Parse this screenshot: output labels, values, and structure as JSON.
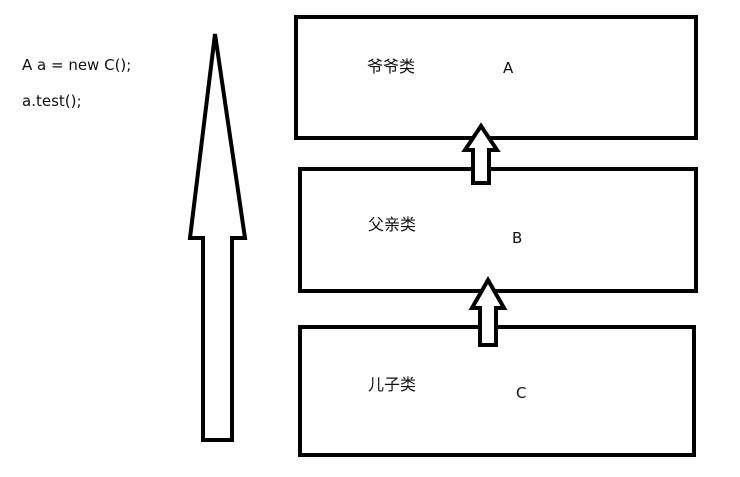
{
  "code": {
    "line1": "A a = new C();",
    "line2": "a.test();"
  },
  "classes": [
    {
      "label": "爷爷类",
      "letter": "A"
    },
    {
      "label": "父亲类",
      "letter": "B"
    },
    {
      "label": "儿子类",
      "letter": "C"
    }
  ]
}
